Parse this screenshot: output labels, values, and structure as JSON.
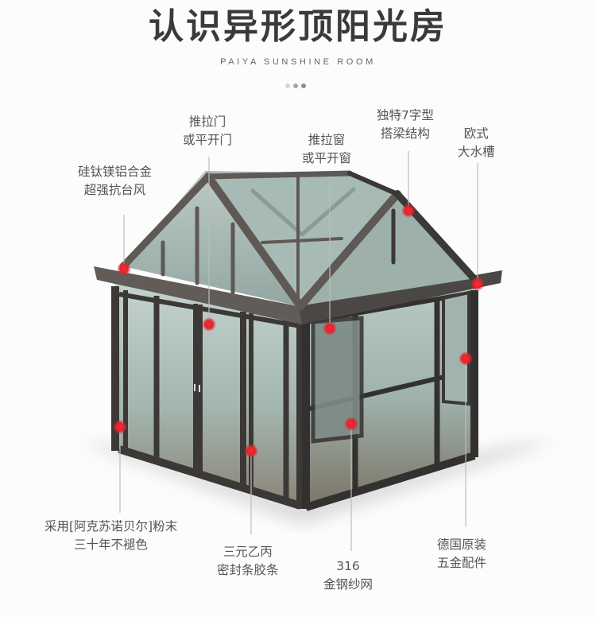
{
  "header": {
    "title": "认识异形顶阳光房",
    "subtitle": "PAIYA SUNSHINE ROOM",
    "dots": [
      "#d4d4d6",
      "#a6a6a8",
      "#8e8e90"
    ]
  },
  "colors": {
    "frame_dark": "#3b3836",
    "frame_mid": "#5a5652",
    "glass": "#a9bdb7",
    "glass_light": "#c9d6d2",
    "floor": "#7d7466",
    "marker": "#e0242c",
    "leader": "#bdbdbd"
  },
  "callouts": [
    {
      "id": "alloy",
      "line1": "硅钛镁铝合金",
      "line2": "超强抗台风"
    },
    {
      "id": "door",
      "line1": "推拉门",
      "line2": "或平开门"
    },
    {
      "id": "window",
      "line1": "推拉窗",
      "line2": "或平开窗"
    },
    {
      "id": "beam",
      "line1": "独特7字型",
      "line2": "搭梁结构"
    },
    {
      "id": "gutter",
      "line1": "欧式",
      "line2": "大水槽"
    },
    {
      "id": "coating",
      "line1": "采用[阿克苏诺贝尔]粉末",
      "line2": "三十年不褪色"
    },
    {
      "id": "seal",
      "line1": "三元乙丙",
      "line2": "密封条胶条"
    },
    {
      "id": "screen",
      "line1": "316",
      "line2": "金钢纱网"
    },
    {
      "id": "hardware",
      "line1": "德国原装",
      "line2": "五金配件"
    }
  ]
}
